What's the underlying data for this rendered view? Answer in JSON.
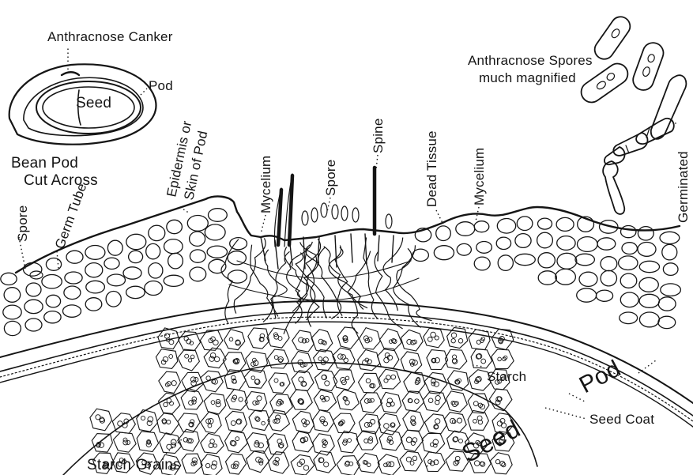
{
  "labels": {
    "anthracnose_canker": "Anthracnose Canker",
    "seed_inset": "Seed",
    "pod_inset": "Pod",
    "bean_pod_line1": "Bean Pod",
    "bean_pod_line2": "Cut Across",
    "epidermis_line1": "Epidermis or",
    "epidermis_line2": "Skin of Pod",
    "spore_left": "Spore",
    "germ_tube": "Germ Tube",
    "mycelium_left": "Mycelium",
    "spore_center": "Spore",
    "spine": "Spine",
    "dead_tissue": "Dead Tissue",
    "mycelium_right": "Mycelium",
    "spores_title_line1": "Anthracnose Spores",
    "spores_title_line2": "much magnified",
    "germinated": "Germinated",
    "starch": "Starch",
    "pod_main": "Pod",
    "seed_main": "Seed",
    "seed_coat": "Seed Coat",
    "starch_grains": "Starch Grains"
  },
  "colors": {
    "ink": "#151515",
    "paper": "#ffffff"
  }
}
